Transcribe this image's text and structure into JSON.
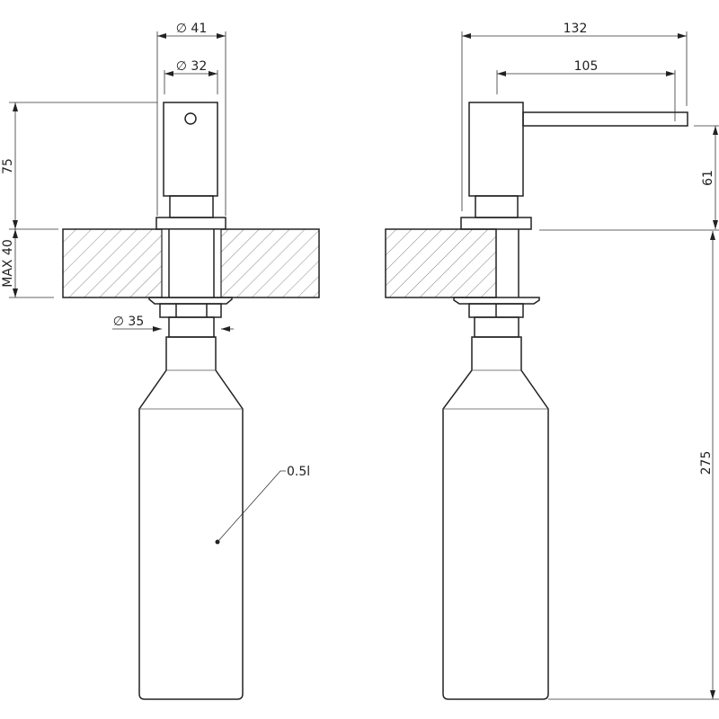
{
  "title": "Soap dispenser technical drawing",
  "front_view": {
    "dim_outer_diameter": "∅ 41",
    "dim_inner_diameter": "∅ 32",
    "dim_height_above": "75",
    "dim_max_thickness": "MAX 40",
    "dim_hole_diameter": "∅ 35",
    "bottle_volume": "0.5l"
  },
  "side_view": {
    "dim_total_length": "132",
    "dim_spout_reach": "105",
    "dim_spout_height": "61",
    "dim_below_height": "275"
  },
  "colors": {
    "line": "#222222",
    "background": "#ffffff"
  }
}
